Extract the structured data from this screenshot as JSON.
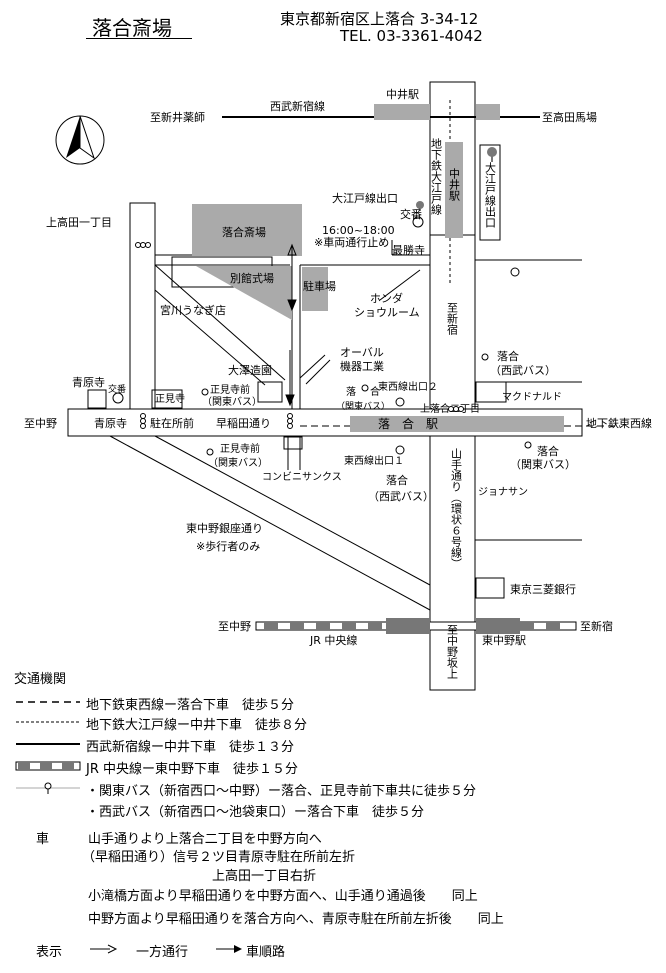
{
  "header": {
    "title": "落合斎場",
    "address": "東京都新宿区上落合 3-34-12",
    "tel": "TEL. 03-3361-4042"
  },
  "map_labels": {
    "nakai_station": "中井駅",
    "seibu_line": "西武新宿線",
    "to_shin_araiyakushi": "至新井薬師",
    "to_takadanobaba": "至高田馬場",
    "subway_oedo_nakai": "地下鉄大江戸線",
    "nakai_station_v": "中井駅",
    "oedo_exit_v": "大江戸線出口",
    "oedo_exit": "大江戸線出口",
    "koban_1": "交番",
    "kamitakada": "上高田一丁目",
    "ochiai_saijo": "落合斎場",
    "time_window": "16:00~18:00",
    "no_vehicle": "※車両通行止め",
    "saishoji": "最勝寺",
    "bekkan": "別館式場",
    "parking": "駐車場",
    "honda": "ホンダ",
    "showroom": "ショウルーム",
    "to_shinjuku_v": "至新宿",
    "miyagawa": "宮川うなぎ店",
    "oosawa": "大澤造園",
    "oval": "オーバル",
    "oval2": "機器工業",
    "ochiai_seibu_bus_1": "落合",
    "ochiai_seibu_bus_2": "（西武バス）",
    "aoharaji_top": "青原寺",
    "koban_2": "交番",
    "shokenji": "正見寺",
    "shokenji_mae": "正見寺前",
    "kanto_bus": "（関東バス）",
    "ochiai_bus": "落",
    "ochiai_bus2": "合",
    "kanto_bus_small": "（関東バス）",
    "tozai_exit2": "東西線出口２",
    "mcdonalds": "マクドナルド",
    "kamiochiai2": "上落合二丁目",
    "to_nakano": "至中野",
    "aoharaji": "青原寺",
    "chuzaisho": "駐在所前",
    "waseda": "早稲田通り",
    "ochiai_station": "落　合　駅",
    "tozai_subway": "地下鉄東西線",
    "shokenji_mae2": "正見寺前",
    "kanto_bus2": "（関東バス）",
    "tozai_exit1": "東西線出口１",
    "conv": "コンビニサンクス",
    "ochiai_seibu_b": "落合",
    "seibu_b": "（西武バス）",
    "ochiai_kanto_b": "落合",
    "kanto_b": "（関東バス）",
    "yamate_v": "山手通り（環状６号線）",
    "jonathan": "ジョナサン",
    "higashinakano_ginza": "東中野銀座通り",
    "pedestrian": "※歩行者のみ",
    "tokyo_mitsubishi": "東京三菱銀行",
    "to_nakano2": "至中野",
    "jr_chuo": "JR 中央線",
    "higashinakano": "東中野駅",
    "to_shinjuku2": "至新宿",
    "to_nakanosakaue_v": "至中野坂上"
  },
  "legend": {
    "heading": "交通機関",
    "items": [
      "地下鉄東西線ー落合下車　徒歩５分",
      "地下鉄大江戸線ー中井下車　徒歩８分",
      "西武新宿線ー中井下車　徒歩１３分",
      "JR 中央線ー東中野下車　徒歩１５分",
      "・関東バス（新宿西口～中野）ー落合、正見寺前下車共に徒歩５分",
      "・西武バス（新宿西口～池袋東口）ー落合下車　徒歩５分"
    ]
  },
  "car": {
    "label": "車",
    "lines": [
      "山手通りより上落合二丁目を中野方向へ",
      "（早稲田通り）信号２ツ目青原寺駐在所前左折",
      "上高田一丁目右折",
      "小滝橋方面より早稲田通りを中野方面へ、山手通り通過後　　同上",
      "中野方面より早稲田通りを落合方向へ、青原寺駐在所前左折後　　同上"
    ]
  },
  "display": {
    "label": "表示",
    "one_way": "一方通行",
    "route": "車順路"
  }
}
